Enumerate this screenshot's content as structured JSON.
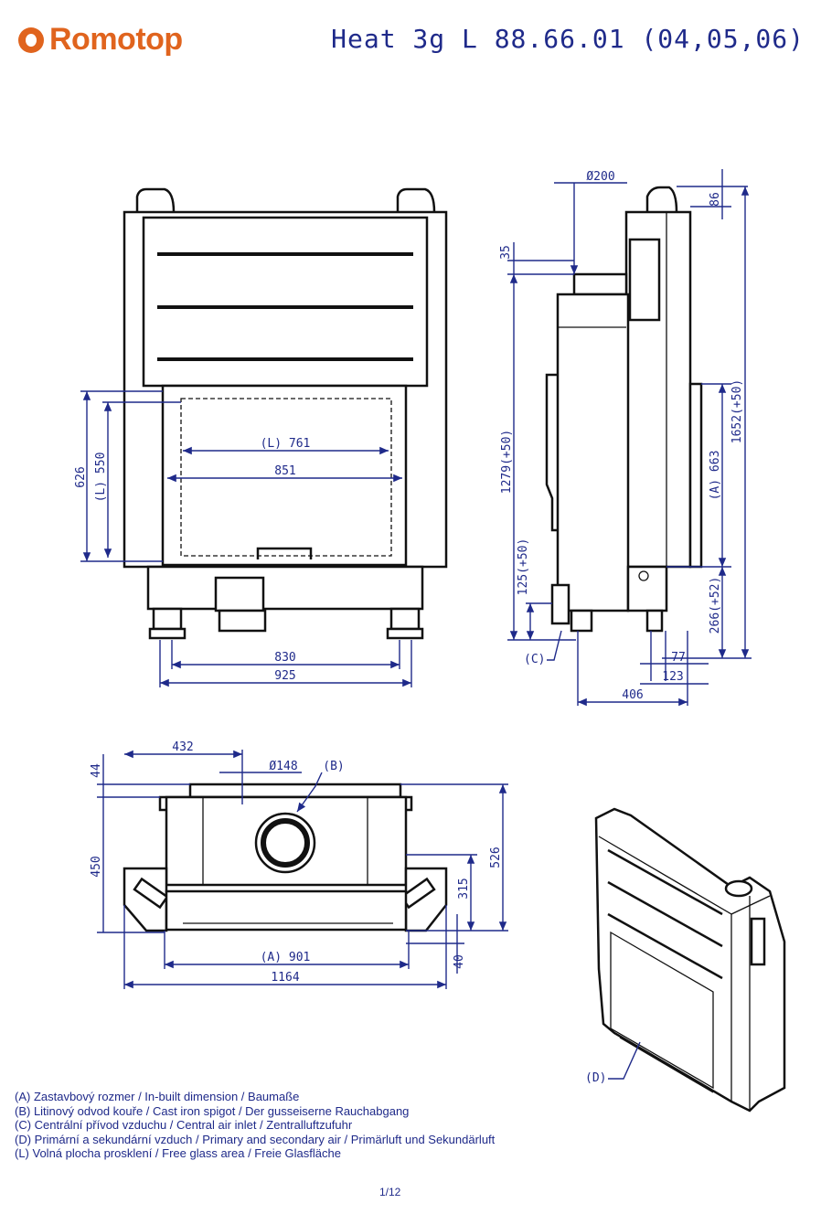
{
  "header": {
    "brand": "Romotop",
    "model": "Heat 3g L 88.66.01 (04,05,06)"
  },
  "front_view": {
    "dim_626": "626",
    "dim_L550": "(L) 550",
    "dim_L761": "(L) 761",
    "dim_851": "851",
    "dim_830": "830",
    "dim_925": "925"
  },
  "side_view": {
    "dim_d200": "Ø200",
    "dim_86": "86",
    "dim_35": "35",
    "dim_1279": "1279(+50)",
    "dim_1652": "1652(+50)",
    "dim_A663": "(A) 663",
    "dim_266": "266(+52)",
    "dim_125": "125(+50)",
    "label_C": "(C)",
    "dim_77": "77",
    "dim_123": "123",
    "dim_406": "406"
  },
  "top_view": {
    "dim_432": "432",
    "dim_d148": "Ø148",
    "label_B": "(B)",
    "dim_44": "44",
    "dim_450": "450",
    "dim_526": "526",
    "dim_315": "315",
    "dim_40": "40",
    "dim_A901": "(A) 901",
    "dim_1164": "1164"
  },
  "iso_view": {
    "label_D": "(D)"
  },
  "legend": [
    "(A)  Zastavbový rozmer / In-built dimension / Baumaße",
    "(B)  Litinový odvod kouře / Cast iron spigot / Der gusseiserne Rauchabgang",
    "(C)  Centrální přívod vzduchu / Central air inlet / Zentralluftzufuhr",
    "(D)  Primární a sekundární vzduch / Primary and secondary air / Primärluft und Sekundärluft",
    "(L)  Volná plocha prosklení / Free glass area / Freie Glasfläche"
  ],
  "footer": {
    "page": "1/12"
  },
  "colors": {
    "brand": "#e0641e",
    "dimension": "#1f2a8a"
  }
}
